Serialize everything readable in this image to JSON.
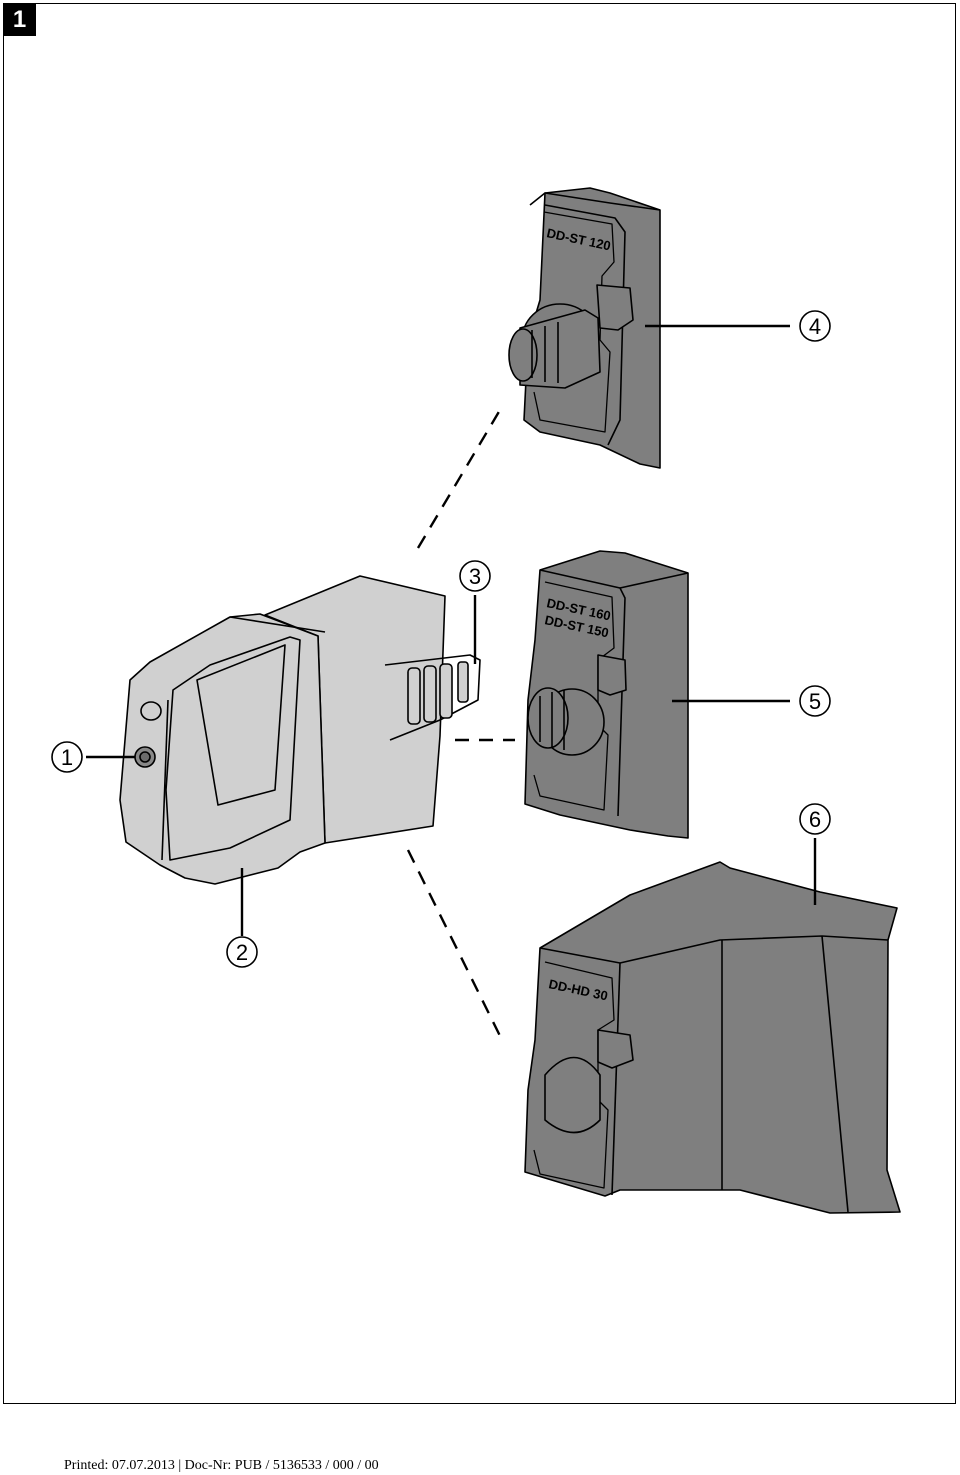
{
  "figure_number": "1",
  "callouts": [
    "1",
    "2",
    "3",
    "4",
    "5",
    "6"
  ],
  "adapters": [
    {
      "lines": [
        "DD-ST 120"
      ]
    },
    {
      "lines": [
        "DD-ST 160",
        "DD-ST 150"
      ]
    },
    {
      "lines": [
        "DD-HD 30"
      ]
    }
  ],
  "footer": "Printed: 07.07.2013 | Doc-Nr: PUB / 5136533 / 000 / 00",
  "colors": {
    "adapter_fill": "#7f7f7f",
    "device_fill": "#d0d0d0",
    "outline": "#000000"
  }
}
